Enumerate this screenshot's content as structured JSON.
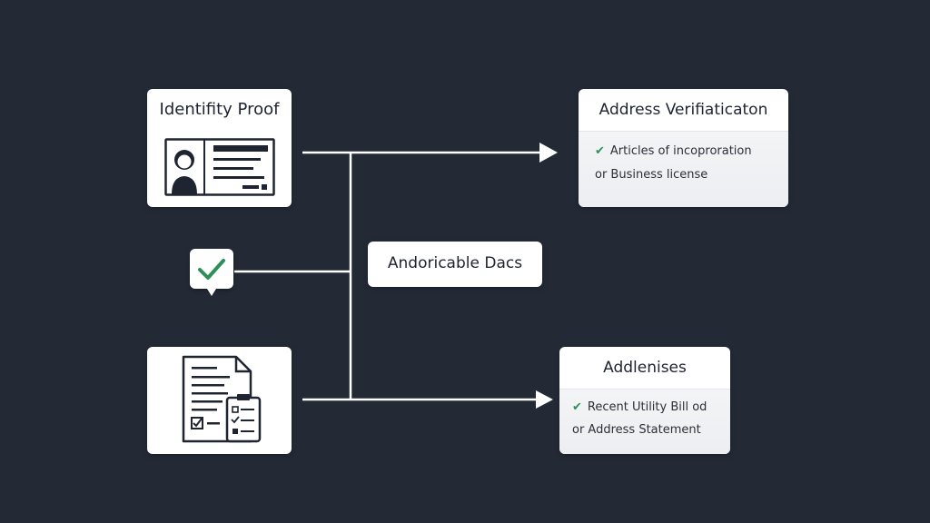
{
  "identity_card": {
    "title": "Identifity Proof",
    "icon": "id-card-icon"
  },
  "address_card": {
    "title": "Address Verifiaticaton",
    "lines": [
      {
        "check": "✔",
        "text": "Articles of incoproration"
      },
      {
        "check": "",
        "text": "or Business license"
      }
    ]
  },
  "middle_label": {
    "text": "Andoricable Dacs"
  },
  "check_bubble": {
    "icon": "checkmark-icon"
  },
  "document_card": {
    "icon": "document-checklist-icon"
  },
  "addlenises_card": {
    "title": "Addlenises",
    "lines": [
      {
        "check": "✔",
        "text": "Recent Utility Bill od"
      },
      {
        "check": "",
        "text": "or Address Statement"
      }
    ]
  },
  "colors": {
    "background": "#232a36",
    "card": "#ffffff",
    "connector": "#ffffff",
    "check": "#2f8f5a",
    "icon": "#1f2530"
  }
}
